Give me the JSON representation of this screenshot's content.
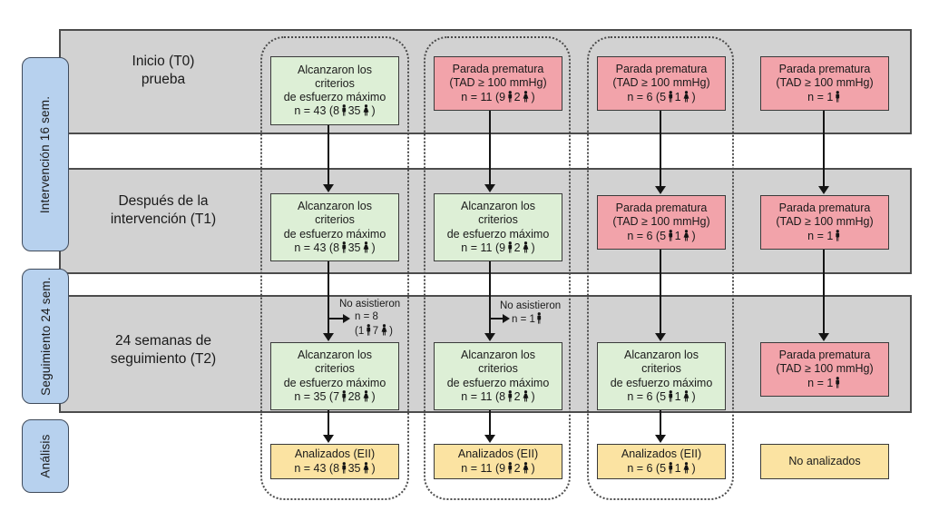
{
  "palette": {
    "band_fill": "#d2d2d2",
    "band_border": "#4c4c4c",
    "green_fill": "#ddefd6",
    "red_fill": "#f2a3aa",
    "yellow_fill": "#fbe3a2",
    "blue_label_fill": "#b7d1ee",
    "box_border": "#3a3a3a",
    "text": "#1a1a1a",
    "dotted_outline": "#4a4a4a"
  },
  "side_labels": [
    {
      "label": "Intervención 16 sem."
    },
    {
      "label": "Seguimiento 24 sem."
    },
    {
      "label": "Análisis"
    }
  ],
  "row_labels": [
    {
      "line1": "Inicio (T0)",
      "line2": "prueba"
    },
    {
      "line1": "Después de la",
      "line2": "intervención (T1)"
    },
    {
      "line1": "24 semanas de",
      "line2": "seguimiento (T2)"
    }
  ],
  "columns": [
    {
      "t0": {
        "rows": [
          [
            {
              "t": "Alcanzaron los"
            }
          ],
          [
            {
              "t": "criterios"
            }
          ],
          [
            {
              "t": "de esfuerzo máximo"
            }
          ],
          [
            {
              "t": "n = 43 (8"
            },
            {
              "i": "male"
            },
            {
              "t": "35"
            },
            {
              "i": "female"
            },
            {
              "t": ")"
            }
          ]
        ]
      },
      "t1": {
        "rows": [
          [
            {
              "t": "Alcanzaron los"
            }
          ],
          [
            {
              "t": "criterios"
            }
          ],
          [
            {
              "t": "de esfuerzo máximo"
            }
          ],
          [
            {
              "t": "n = 43 (8"
            },
            {
              "i": "male"
            },
            {
              "t": "35"
            },
            {
              "i": "female"
            },
            {
              "t": ")"
            }
          ]
        ]
      },
      "dropout": {
        "label": "No asistieron",
        "rows": [
          [
            {
              "t": "n = 8"
            }
          ],
          [
            {
              "t": "(1"
            },
            {
              "i": "male"
            },
            {
              "t": "7"
            },
            {
              "i": "female"
            },
            {
              "t": ")"
            }
          ]
        ]
      },
      "t2": {
        "rows": [
          [
            {
              "t": "Alcanzaron los"
            }
          ],
          [
            {
              "t": "criterios"
            }
          ],
          [
            {
              "t": "de esfuerzo máximo"
            }
          ],
          [
            {
              "t": "n = 35 (7"
            },
            {
              "i": "male"
            },
            {
              "t": "28"
            },
            {
              "i": "female"
            },
            {
              "t": ")"
            }
          ]
        ]
      },
      "analysis": {
        "rows": [
          [
            {
              "t": "Analizados (EII)"
            }
          ],
          [
            {
              "t": "n = 43 (8"
            },
            {
              "i": "male"
            },
            {
              "t": "35"
            },
            {
              "i": "female"
            },
            {
              "t": ")"
            }
          ]
        ]
      }
    },
    {
      "t0": {
        "rows": [
          [
            {
              "t": "Parada prematura"
            }
          ],
          [
            {
              "t": "(TAD ≥ 100 mmHg)"
            }
          ],
          [
            {
              "t": "n = 11 (9"
            },
            {
              "i": "male"
            },
            {
              "t": "2"
            },
            {
              "i": "female"
            },
            {
              "t": ")"
            }
          ]
        ]
      },
      "t1": {
        "rows": [
          [
            {
              "t": "Alcanzaron los"
            }
          ],
          [
            {
              "t": "criterios"
            }
          ],
          [
            {
              "t": "de esfuerzo máximo"
            }
          ],
          [
            {
              "t": "n = 11 (9"
            },
            {
              "i": "male"
            },
            {
              "t": "2"
            },
            {
              "i": "female"
            },
            {
              "t": ")"
            }
          ]
        ]
      },
      "dropout": {
        "label": "No asistieron",
        "rows": [
          [
            {
              "t": "n = 1"
            },
            {
              "i": "male"
            }
          ]
        ]
      },
      "t2": {
        "rows": [
          [
            {
              "t": "Alcanzaron los"
            }
          ],
          [
            {
              "t": "criterios"
            }
          ],
          [
            {
              "t": "de esfuerzo máximo"
            }
          ],
          [
            {
              "t": "n = 11 (8"
            },
            {
              "i": "male"
            },
            {
              "t": "2"
            },
            {
              "i": "female"
            },
            {
              "t": ")"
            }
          ]
        ]
      },
      "analysis": {
        "rows": [
          [
            {
              "t": "Analizados (EII)"
            }
          ],
          [
            {
              "t": "n = 11 (9"
            },
            {
              "i": "male"
            },
            {
              "t": "2"
            },
            {
              "i": "female"
            },
            {
              "t": ")"
            }
          ]
        ]
      }
    },
    {
      "t0": {
        "rows": [
          [
            {
              "t": "Parada prematura"
            }
          ],
          [
            {
              "t": "(TAD ≥ 100 mmHg)"
            }
          ],
          [
            {
              "t": "n = 6 (5"
            },
            {
              "i": "male"
            },
            {
              "t": "1"
            },
            {
              "i": "female"
            },
            {
              "t": ")"
            }
          ]
        ]
      },
      "t1": {
        "rows": [
          [
            {
              "t": "Parada prematura"
            }
          ],
          [
            {
              "t": "(TAD ≥ 100 mmHg)"
            }
          ],
          [
            {
              "t": "n = 6 (5"
            },
            {
              "i": "male"
            },
            {
              "t": "1"
            },
            {
              "i": "female"
            },
            {
              "t": ")"
            }
          ]
        ]
      },
      "t2": {
        "rows": [
          [
            {
              "t": "Alcanzaron los"
            }
          ],
          [
            {
              "t": "criterios"
            }
          ],
          [
            {
              "t": "de esfuerzo máximo"
            }
          ],
          [
            {
              "t": "n = 6 (5"
            },
            {
              "i": "male"
            },
            {
              "t": "1"
            },
            {
              "i": "female"
            },
            {
              "t": ")"
            }
          ]
        ]
      },
      "analysis": {
        "rows": [
          [
            {
              "t": "Analizados (EII)"
            }
          ],
          [
            {
              "t": "n = 6 (5"
            },
            {
              "i": "male"
            },
            {
              "t": "1"
            },
            {
              "i": "female"
            },
            {
              "t": ")"
            }
          ]
        ]
      }
    },
    {
      "t0": {
        "rows": [
          [
            {
              "t": "Parada prematura"
            }
          ],
          [
            {
              "t": "(TAD ≥ 100 mmHg)"
            }
          ],
          [
            {
              "t": "n = 1"
            },
            {
              "i": "male"
            }
          ]
        ]
      },
      "t1": {
        "rows": [
          [
            {
              "t": "Parada prematura"
            }
          ],
          [
            {
              "t": "(TAD ≥ 100 mmHg)"
            }
          ],
          [
            {
              "t": "n = 1"
            },
            {
              "i": "male"
            }
          ]
        ]
      },
      "t2": {
        "rows": [
          [
            {
              "t": "Parada prematura"
            }
          ],
          [
            {
              "t": "(TAD ≥ 100 mmHg)"
            }
          ],
          [
            {
              "t": "n = 1"
            },
            {
              "i": "male"
            }
          ]
        ]
      },
      "analysis": {
        "rows": [
          [
            {
              "t": "No analizados"
            }
          ]
        ]
      }
    }
  ]
}
